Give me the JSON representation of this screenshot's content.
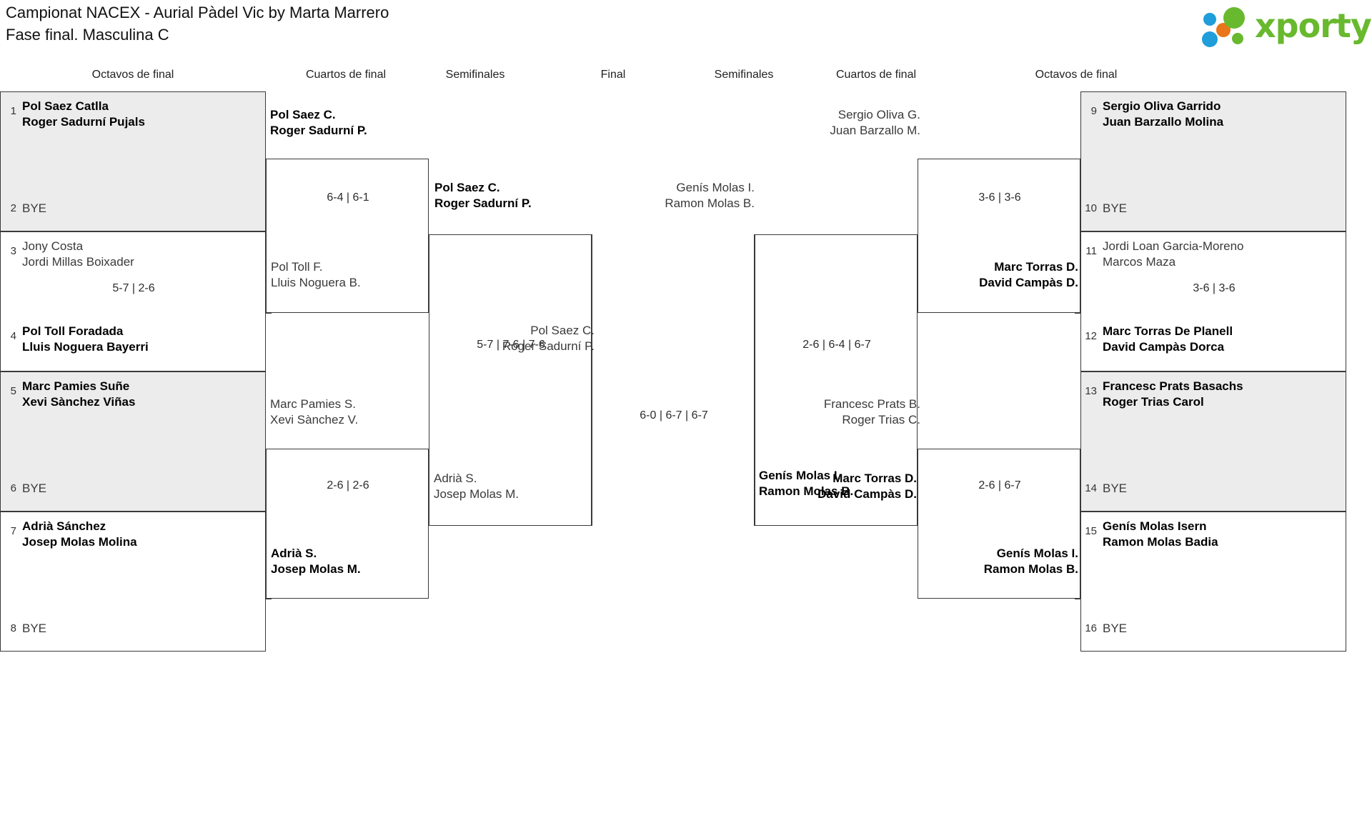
{
  "header": {
    "title_line1": "Campionat NACEX - Aurial Pàdel Vic by Marta Marrero",
    "title_line2": "Fase final. Masculina C",
    "logo_text": "xporty",
    "logo_colors": {
      "green": "#68b92e",
      "blue": "#1f9ed9",
      "orange": "#e8761a"
    }
  },
  "round_headers": {
    "left_r16": "Octavos de final",
    "left_qf": "Cuartos de final",
    "left_sf": "Semifinales",
    "final": "Final",
    "right_sf": "Semifinales",
    "right_qf": "Cuartos de final",
    "right_r16": "Octavos de final"
  },
  "labels": {
    "bye": "BYE"
  },
  "left_r16": [
    {
      "seed": "1",
      "line1": "Pol Saez Catlla",
      "line2": "Roger Sadurní Pujals",
      "winner": true,
      "shaded": true
    },
    {
      "seed": "2",
      "bye": "BYE",
      "shaded": true
    },
    {
      "seed": "3",
      "line1": "Jony Costa",
      "line2": "Jordi Millas Boixader",
      "winner": false,
      "shaded": false
    },
    {
      "seed": "4",
      "line1": "Pol Toll Foradada",
      "line2": "Lluis Noguera Bayerri",
      "winner": true,
      "shaded": false
    },
    {
      "seed": "5",
      "line1": "Marc Pamies Suñe",
      "line2": "Xevi Sànchez Viñas",
      "winner": true,
      "shaded": true
    },
    {
      "seed": "6",
      "bye": "BYE",
      "shaded": true
    },
    {
      "seed": "7",
      "line1": "Adrià Sánchez",
      "line2": "Josep Molas Molina",
      "winner": true,
      "shaded": false
    },
    {
      "seed": "8",
      "bye": "BYE",
      "shaded": false
    }
  ],
  "left_r16_scores": [
    "",
    "5-7 | 2-6",
    "",
    ""
  ],
  "right_r16": [
    {
      "seed": "9",
      "line1": "Sergio Oliva Garrido",
      "line2": "Juan Barzallo Molina",
      "winner": true,
      "shaded": true
    },
    {
      "seed": "10",
      "bye": "BYE",
      "shaded": true
    },
    {
      "seed": "11",
      "line1": "Jordi Loan Garcia-Moreno",
      "line2": "Marcos Maza",
      "winner": false,
      "shaded": false
    },
    {
      "seed": "12",
      "line1": "Marc Torras De Planell",
      "line2": "David Campàs Dorca",
      "winner": true,
      "shaded": false
    },
    {
      "seed": "13",
      "line1": "Francesc Prats Basachs",
      "line2": "Roger Trias Carol",
      "winner": true,
      "shaded": true
    },
    {
      "seed": "14",
      "bye": "BYE",
      "shaded": true
    },
    {
      "seed": "15",
      "line1": "Genís Molas Isern",
      "line2": "Ramon Molas Badia",
      "winner": true,
      "shaded": false
    },
    {
      "seed": "16",
      "bye": "BYE",
      "shaded": false
    }
  ],
  "right_r16_scores": [
    "",
    "3-6 | 3-6",
    "",
    ""
  ],
  "left_qf": {
    "top": {
      "winner_l1": "Pol Saez C.",
      "winner_l2": "Roger Sadurní P.",
      "loser_l1": "Pol Toll F.",
      "loser_l2": "Lluis Noguera B.",
      "score": "6-4 | 6-1"
    },
    "bottom": {
      "winner_l1": "Adrià S.",
      "winner_l2": "Josep Molas M.",
      "loser_l1": "Marc Pamies S.",
      "loser_l2": "Xevi Sànchez V.",
      "score": "2-6 | 2-6"
    }
  },
  "right_qf": {
    "top": {
      "winner_l1": "Marc Torras D.",
      "winner_l2": "David Campàs D.",
      "loser_l1": "Sergio Oliva G.",
      "loser_l2": "Juan Barzallo M.",
      "score": "3-6 | 3-6"
    },
    "bottom": {
      "winner_l1": "Genís Molas I.",
      "winner_l2": "Ramon Molas B.",
      "loser_l1": "Francesc Prats B.",
      "loser_l2": "Roger Trias C.",
      "score": "2-6 | 6-7"
    }
  },
  "left_sf": {
    "winner_l1": "Pol Saez C.",
    "winner_l2": "Roger Sadurní P.",
    "loser_l1": "Adrià S.",
    "loser_l2": "Josep Molas M.",
    "score": "5-7 | 7-6 | 7-6"
  },
  "right_sf": {
    "winner_l1": "Marc Torras D.",
    "winner_l2": "David Campàs D.",
    "loser_l1": "Genís Molas I.",
    "loser_l2": "Ramon Molas B.",
    "score": "2-6 | 6-4 | 6-7"
  },
  "final": {
    "left_l1": "Pol Saez C.",
    "left_l2": "Roger Sadurní P.",
    "right_l1": "Genís Molas I.",
    "right_l2": "Ramon Molas B.",
    "score": "6-0 | 6-7 | 6-7"
  }
}
